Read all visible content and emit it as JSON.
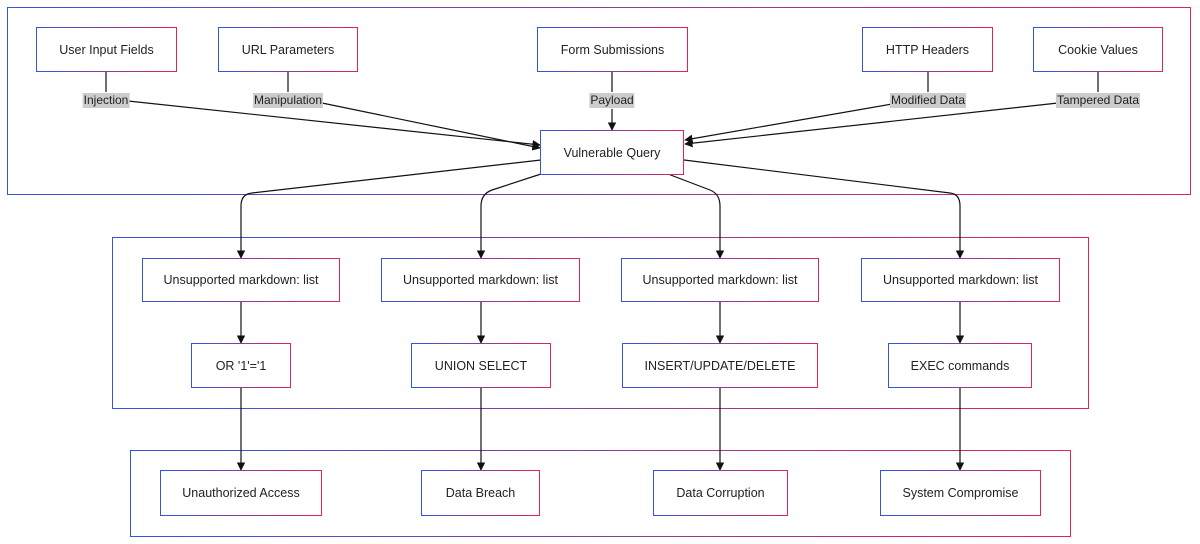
{
  "inputs": {
    "user_input_fields": "User Input Fields",
    "url_parameters": "URL Parameters",
    "form_submissions": "Form Submissions",
    "http_headers": "HTTP Headers",
    "cookie_values": "Cookie Values"
  },
  "edge_labels": {
    "injection": "Injection",
    "manipulation": "Manipulation",
    "payload": "Payload",
    "modified_data": "Modified Data",
    "tampered_data": "Tampered Data"
  },
  "vulnerable_query": "Vulnerable Query",
  "techniques": {
    "list_1": "Unsupported markdown: list",
    "list_2": "Unsupported markdown: list",
    "list_3": "Unsupported markdown: list",
    "list_4": "Unsupported markdown: list",
    "or_1_eq_1": "OR '1'='1",
    "union_select": "UNION SELECT",
    "insert_update_delete": "INSERT/UPDATE/DELETE",
    "exec_commands": "EXEC commands"
  },
  "impacts": {
    "unauthorized_access": "Unauthorized Access",
    "data_breach": "Data Breach",
    "data_corruption": "Data Corruption",
    "system_compromise": "System Compromise"
  },
  "colors": {
    "border_start": "#3355dd",
    "border_end": "#e0245e",
    "edge": "#111111",
    "label_bg": "#cccccc"
  }
}
